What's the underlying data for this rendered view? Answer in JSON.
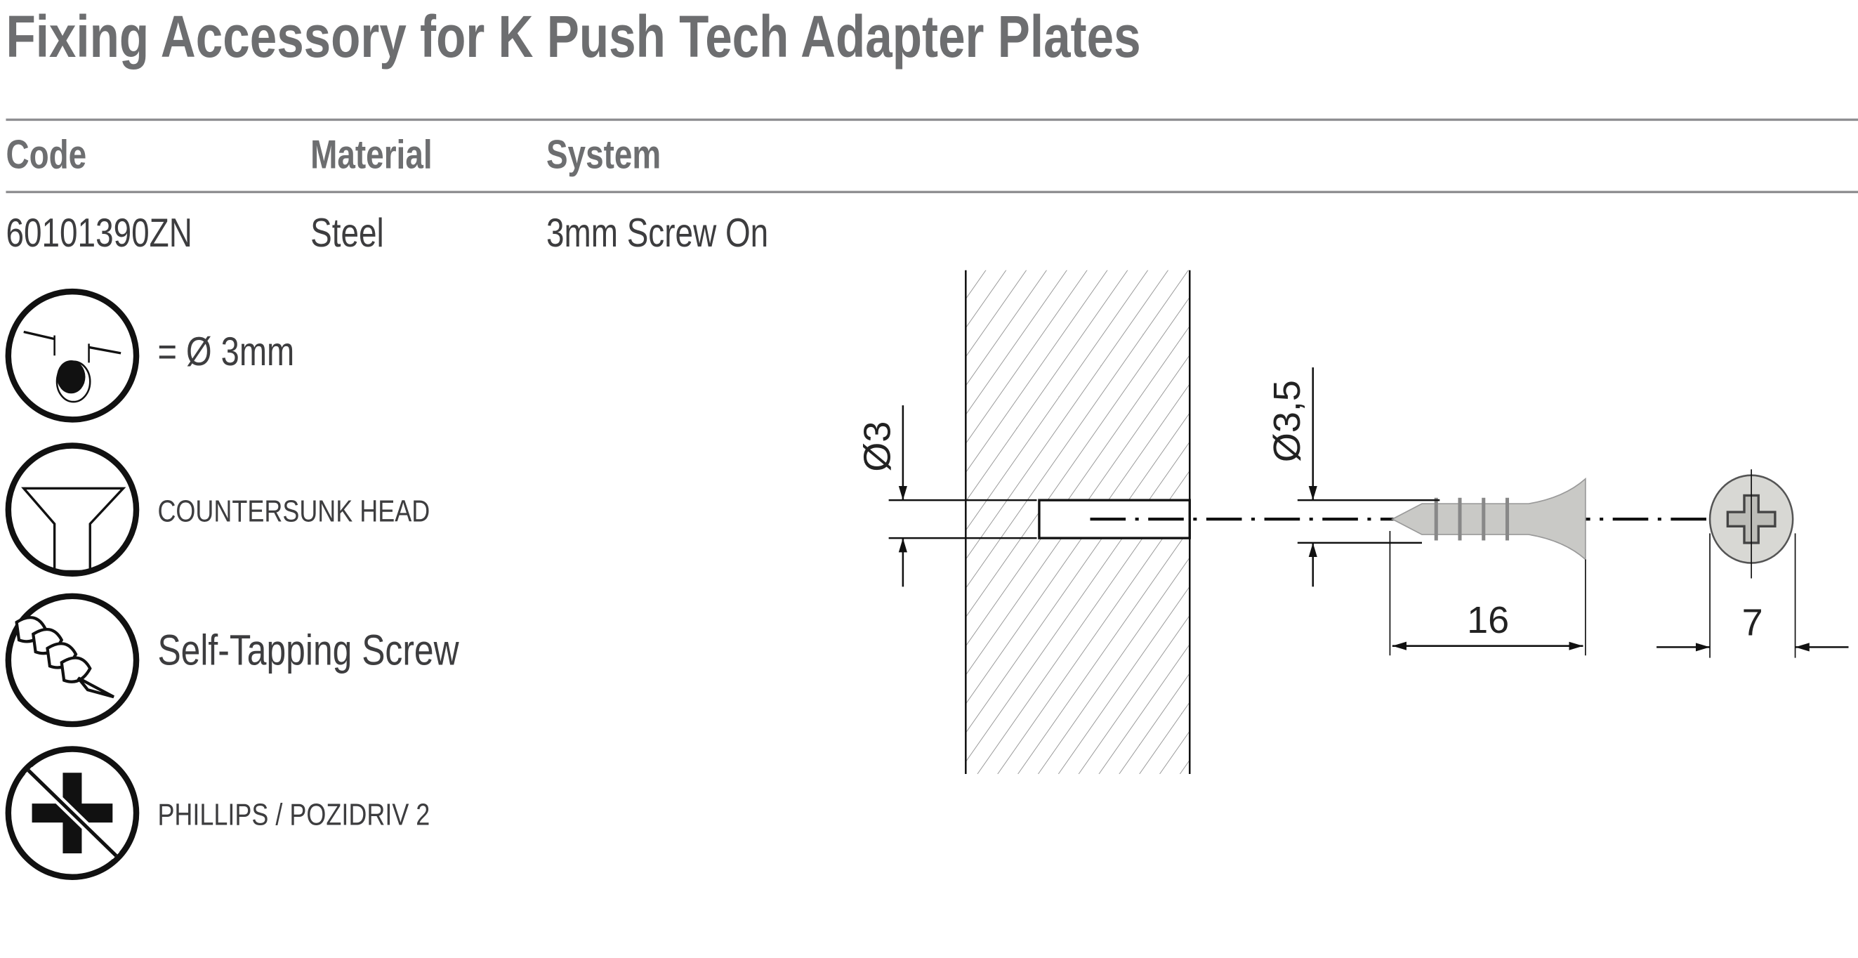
{
  "title": "Fixing Accessory for K Push Tech Adapter Plates",
  "table": {
    "headers": [
      "Code",
      "Material",
      "System"
    ],
    "rows": [
      [
        "60101390ZN",
        "Steel",
        "3mm Screw On"
      ]
    ]
  },
  "features": [
    {
      "icon": "drill-diameter-icon",
      "label": "= Ø 3mm"
    },
    {
      "icon": "countersunk-head-icon",
      "label": "COUNTERSUNK HEAD"
    },
    {
      "icon": "self-tapping-screw-icon",
      "label": "Self-Tapping Screw"
    },
    {
      "icon": "phillips-pozidriv-icon",
      "label": "PHILLIPS / POZIDRIV 2"
    }
  ],
  "drawing": {
    "hole_diameter": "Ø3",
    "screw_diameter": "Ø3,5",
    "screw_length": "16",
    "head_diameter": "7"
  },
  "colors": {
    "heading": "#6d6e70",
    "text": "#3d3d3f",
    "rule": "#8f8f92"
  }
}
